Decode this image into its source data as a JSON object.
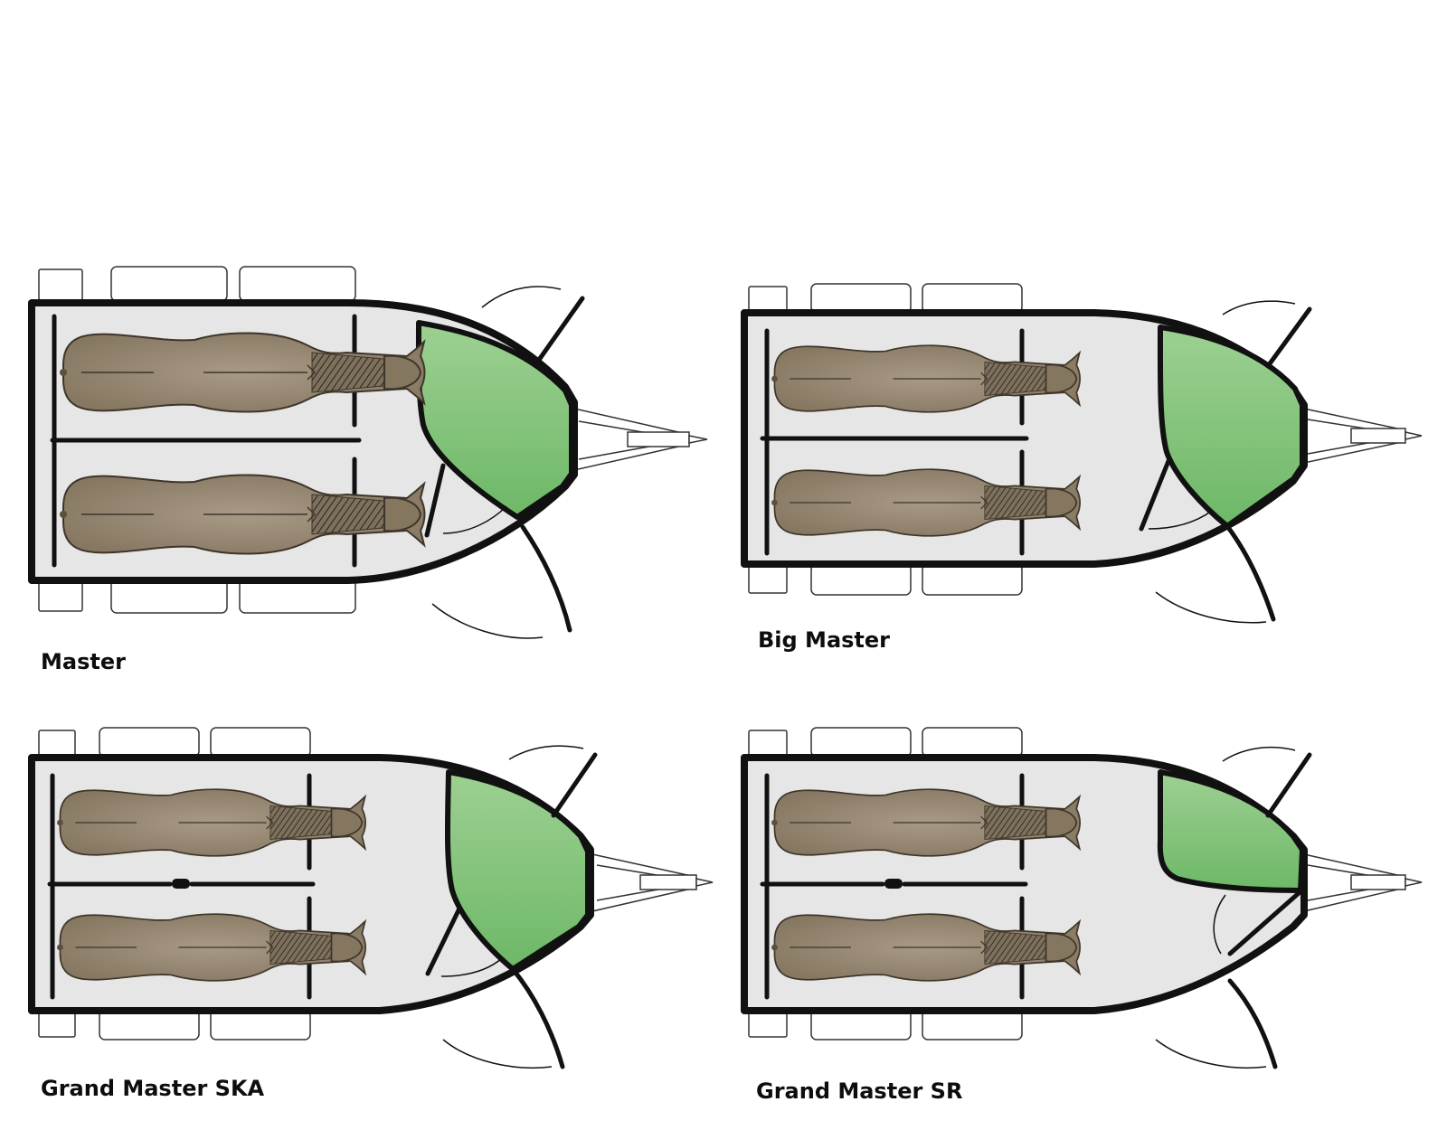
{
  "colors": {
    "background": "#ffffff",
    "outline": "#111111",
    "floor": "#e4e4e4",
    "tack_area": "#7fc17a",
    "horse": "#8e7f6a",
    "horse_shade": "#a29582"
  },
  "trailers": [
    {
      "name": "Master",
      "icon": "horse-trailer-top-view",
      "horses": 2,
      "divider": "solid",
      "front_tack_room": "large"
    },
    {
      "name": "Big Master",
      "icon": "horse-trailer-top-view",
      "horses": 2,
      "divider": "solid",
      "front_tack_room": "large"
    },
    {
      "name": "Grand Master SKA",
      "icon": "horse-trailer-top-view",
      "horses": 2,
      "divider": "split",
      "front_tack_room": "large"
    },
    {
      "name": "Grand Master SR",
      "icon": "horse-trailer-top-view",
      "horses": 2,
      "divider": "split",
      "front_tack_room": "small"
    }
  ]
}
